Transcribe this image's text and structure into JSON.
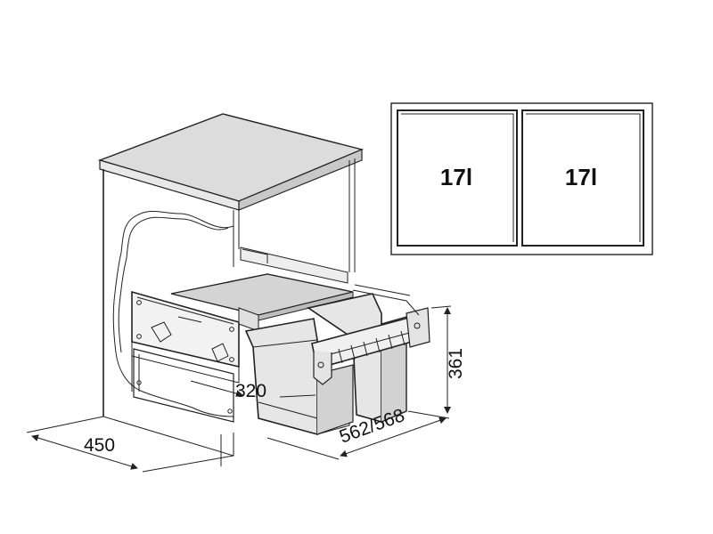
{
  "dimensions": {
    "width": "450",
    "depth": "562/568",
    "height": "361",
    "inner": "320"
  },
  "capacities": [
    "17l",
    "17l"
  ],
  "colors": {
    "line": "#222222",
    "bin_fill": "#e4e4e4",
    "bin_dark": "#cfcfcf",
    "top_fill": "#d6d6d6"
  }
}
